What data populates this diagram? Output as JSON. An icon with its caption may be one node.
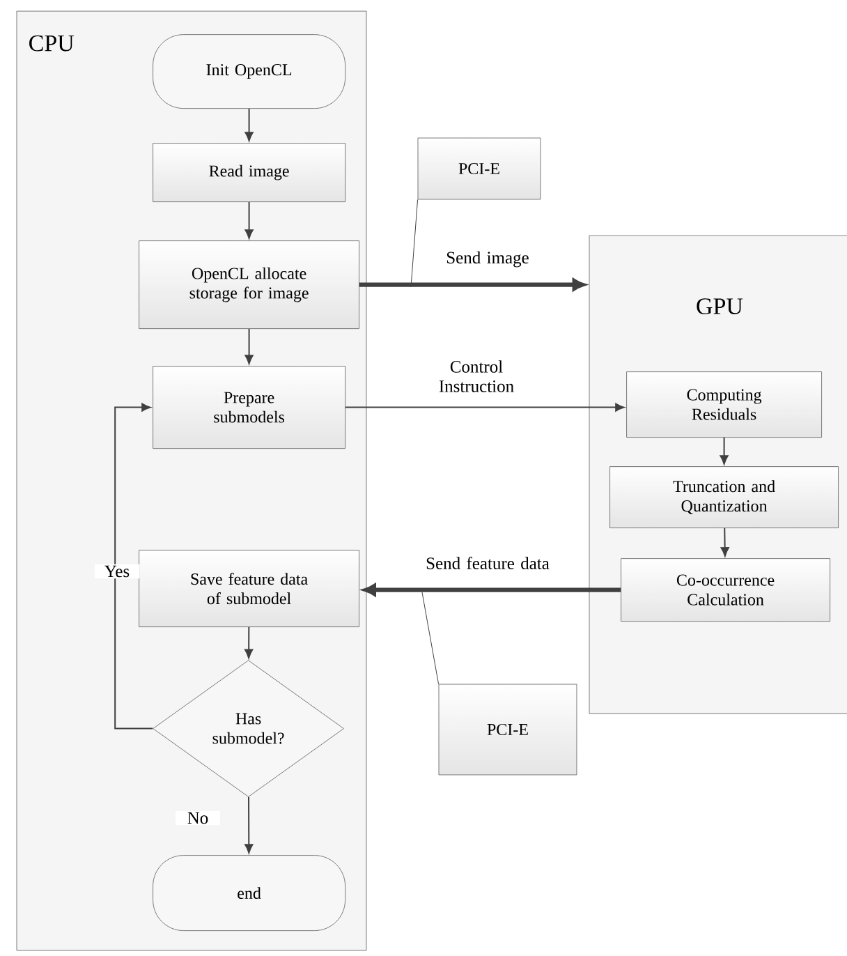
{
  "diagram": {
    "nodes": [
      {
        "text": [
          "CPU"
        ]
      },
      {
        "text": [
          "Init OpenCL"
        ],
        "in": 0
      },
      {
        "text": [
          "Read image"
        ],
        "in": 0
      },
      {
        "text": [
          "OpenCL allocate storage for image"
        ],
        "in": 0
      },
      {
        "text": [
          "Prepare submodels"
        ],
        "in": 0
      },
      {
        "text": [
          "Save feature data of submodel"
        ],
        "in": 0
      },
      {
        "text": [
          "Has submodel?"
        ],
        "in": 0
      },
      {
        "text": [
          "end"
        ],
        "in": 0
      },
      {
        "text": [
          "GPU"
        ]
      },
      {
        "text": [
          "Computing Residuals"
        ],
        "in": 8
      },
      {
        "text": [
          "Truncation and Quantization"
        ],
        "in": 8
      },
      {
        "text": [
          "Co-occurrence Calculation"
        ],
        "in": 8
      },
      {
        "text": [
          "PCI-E"
        ]
      },
      {
        "text": [
          "PCI-E"
        ]
      }
    ],
    "edges": [
      {
        "from": 1,
        "to": 2,
        "arrow": "to"
      },
      {
        "from": 2,
        "to": 3,
        "arrow": "to"
      },
      {
        "from": 3,
        "to": 4,
        "arrow": "to"
      },
      {
        "from": 3,
        "to": 8,
        "arrow": "to",
        "label": "Send image",
        "style": "thick"
      },
      {
        "from": 4,
        "to": 9,
        "arrow": "to",
        "label": "Control Instruction"
      },
      {
        "from": 9,
        "to": 10,
        "arrow": "to"
      },
      {
        "from": 10,
        "to": 11,
        "arrow": "to"
      },
      {
        "from": 11,
        "to": 5,
        "arrow": "to",
        "label": "Send feature data",
        "style": "thick"
      },
      {
        "from": 5,
        "to": 6,
        "arrow": "to"
      },
      {
        "from": 6,
        "to": 4,
        "arrow": "to",
        "label": "Yes"
      },
      {
        "from": 6,
        "to": 7,
        "arrow": "to",
        "label": "No"
      },
      {
        "from": 12,
        "to": null,
        "arrow": "none"
      },
      {
        "from": 13,
        "to": null,
        "arrow": "none"
      }
    ]
  }
}
